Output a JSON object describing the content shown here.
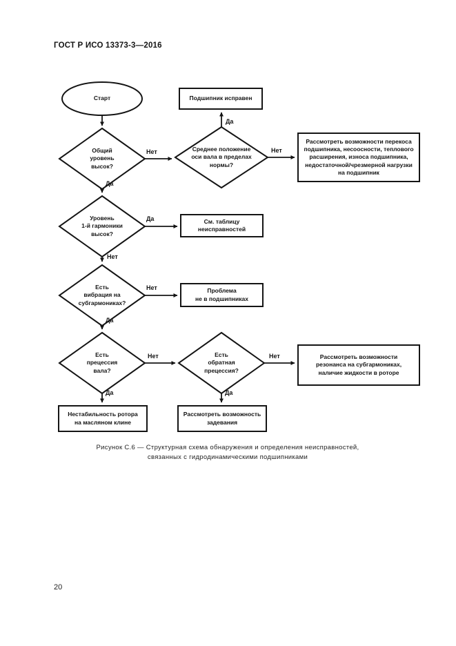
{
  "header": {
    "title": "ГОСТ Р ИСО 13373-3—2016"
  },
  "flowchart": {
    "start_label": "Старт",
    "decisions": {
      "overall_level": "Общий\nуровень\nвысок?",
      "shaft_position": "Среднее положение\nоси вала в пределах\nнормы?",
      "first_harmonic": "Уровень\n1-й гармоники\nвысок?",
      "subharmonic_vibration": "Есть\nвибрация на\nсубгармониках?",
      "shaft_precession": "Есть\nпрецессия\nвала?",
      "reverse_precession": "Есть\nобратная\nпрецессия?"
    },
    "boxes": {
      "bearing_ok": "Подшипник исправен",
      "consider_misalignment": "Рассмотреть возможности перекоса\nподшипника, несоосности, теплового\nрасширения, износа подшипника,\nнедостаточной/чрезмерной нагрузки\nна подшипник",
      "see_fault_table": "См. таблицу\nнеисправностей",
      "not_bearing_problem": "Проблема\nне в подшипниках",
      "consider_resonance": "Рассмотреть возможности\nрезонанса на субгармониках,\nналичие жидкости в роторе",
      "rotor_instability": "Нестабильность ротора\nна масляном клине",
      "consider_rubbing": "Рассмотреть возможность\nзадевания"
    },
    "labels": {
      "yes": "Да",
      "no": "Нет"
    }
  },
  "caption": {
    "text": "Рисунок С.6 — Структурная схема обнаружения и определения неисправностей,\nсвязанных с гидродинамическими подшипниками"
  },
  "footer": {
    "page_number": "20"
  }
}
